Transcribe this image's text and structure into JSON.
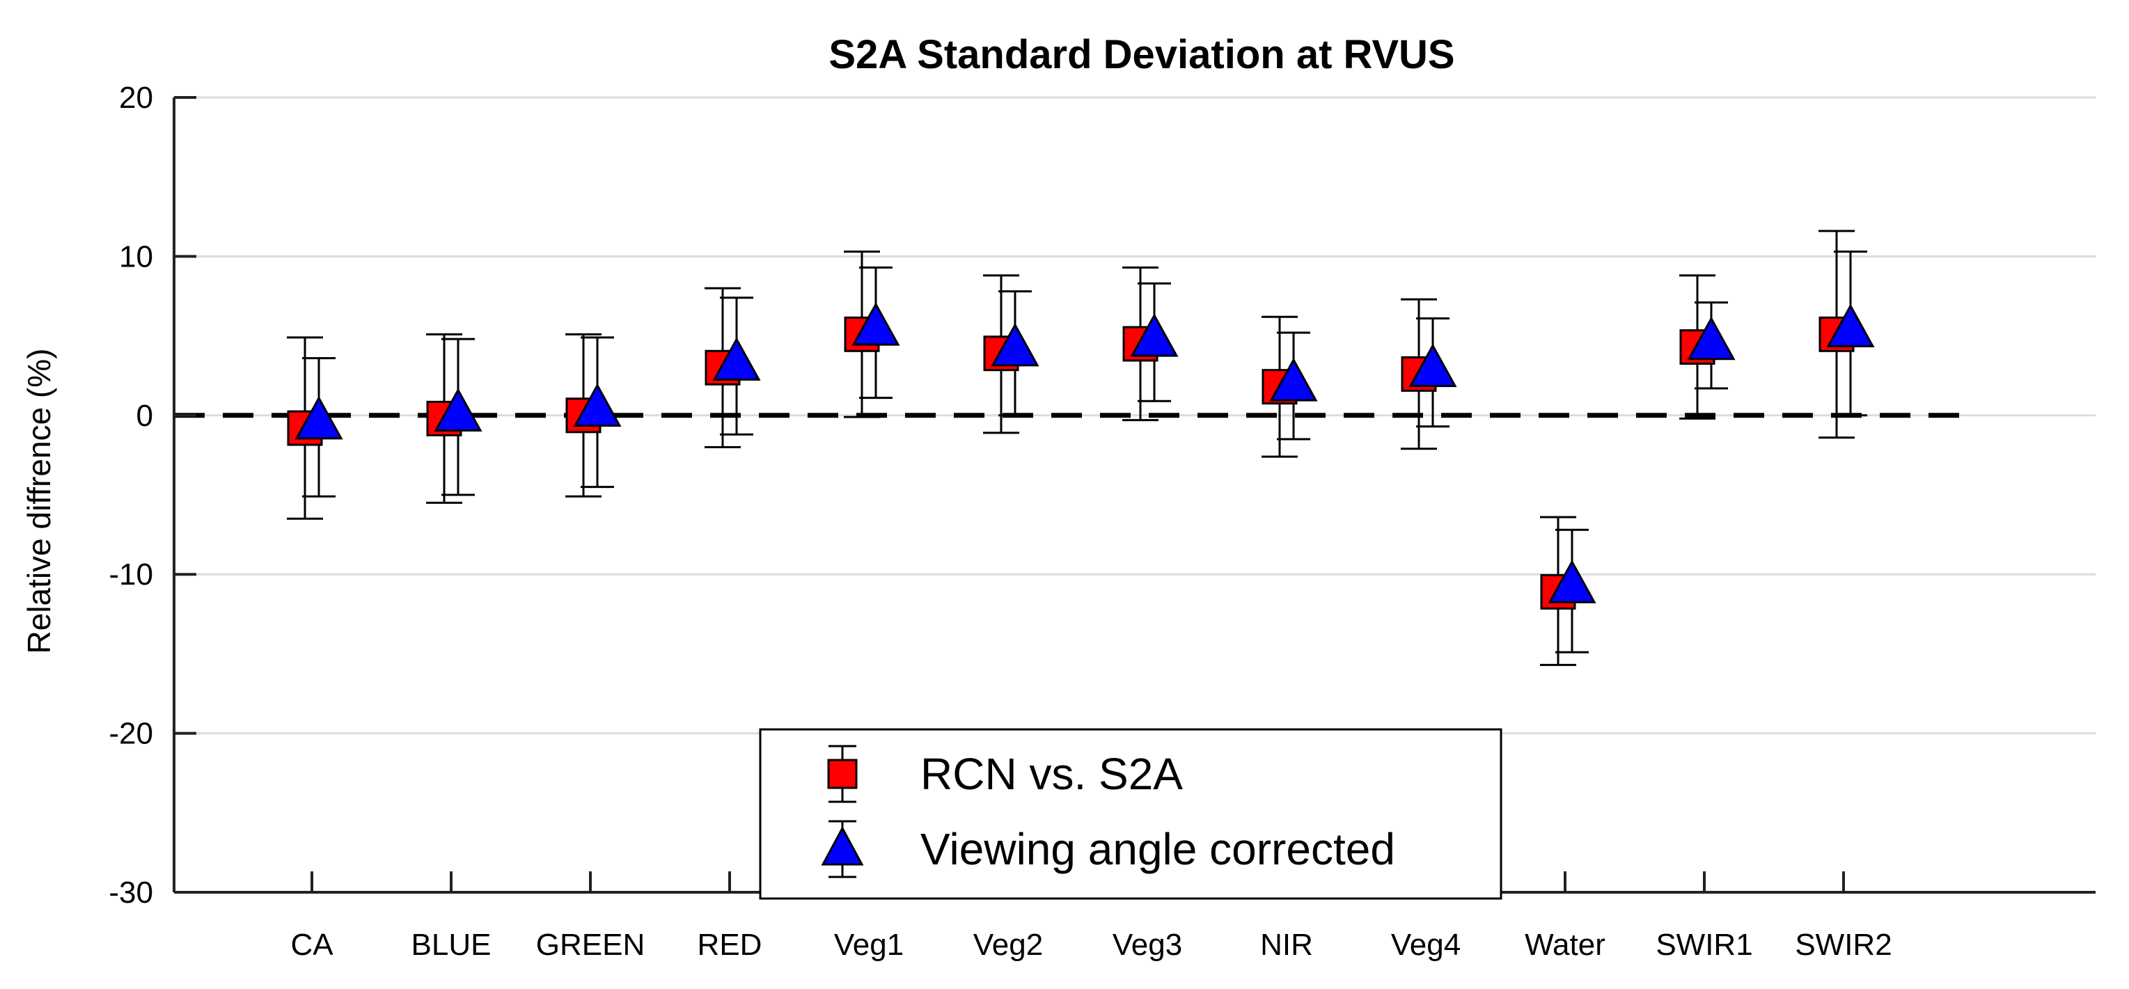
{
  "chart_data": {
    "type": "scatter",
    "title": "S2A Standard Deviation at RVUS",
    "ylabel": "Relative diffrence (%)",
    "xlabel": "",
    "ylim": [
      -30,
      20
    ],
    "yticks": [
      -30,
      -20,
      -10,
      0,
      10,
      20
    ],
    "ytick_labels": [
      "-30",
      "-20",
      "-10",
      "0",
      "10",
      "20"
    ],
    "grid": "horizontal",
    "reference_line": 0,
    "categories": [
      "CA",
      "BLUE",
      "GREEN",
      "RED",
      "Veg1",
      "Veg2",
      "Veg3",
      "NIR",
      "Veg4",
      "Water",
      "SWIR1",
      "SWIR2"
    ],
    "series": [
      {
        "name": "RCN vs. S2A",
        "marker": "square",
        "color": "#ff0000",
        "values": [
          -0.8,
          -0.2,
          0.0,
          3.0,
          5.1,
          3.9,
          4.5,
          1.8,
          2.6,
          -11.1,
          4.3,
          5.1
        ],
        "err_low": [
          -6.5,
          -5.5,
          -5.1,
          -2.0,
          -0.1,
          -1.1,
          -0.3,
          -2.6,
          -2.1,
          -15.7,
          -0.2,
          -1.4
        ],
        "err_high": [
          4.9,
          5.1,
          5.1,
          8.0,
          10.3,
          8.8,
          9.3,
          6.2,
          7.3,
          -6.4,
          8.8,
          11.6
        ]
      },
      {
        "name": "Viewing angle corrected",
        "marker": "triangle",
        "color": "#0000ff",
        "values": [
          -0.4,
          0.1,
          0.4,
          3.3,
          5.5,
          4.2,
          4.8,
          2.0,
          2.9,
          -10.7,
          4.6,
          5.4
        ],
        "err_low": [
          -5.1,
          -5.0,
          -4.5,
          -1.2,
          1.1,
          0.0,
          0.9,
          -1.5,
          -0.7,
          -14.9,
          1.7,
          0.0
        ],
        "err_high": [
          3.6,
          4.8,
          4.9,
          7.4,
          9.3,
          7.8,
          8.3,
          5.2,
          6.1,
          -7.2,
          7.1,
          10.3
        ]
      }
    ],
    "legend": {
      "placement": "bottom-center",
      "entries": [
        "RCN vs. S2A",
        "Viewing angle corrected"
      ]
    }
  }
}
